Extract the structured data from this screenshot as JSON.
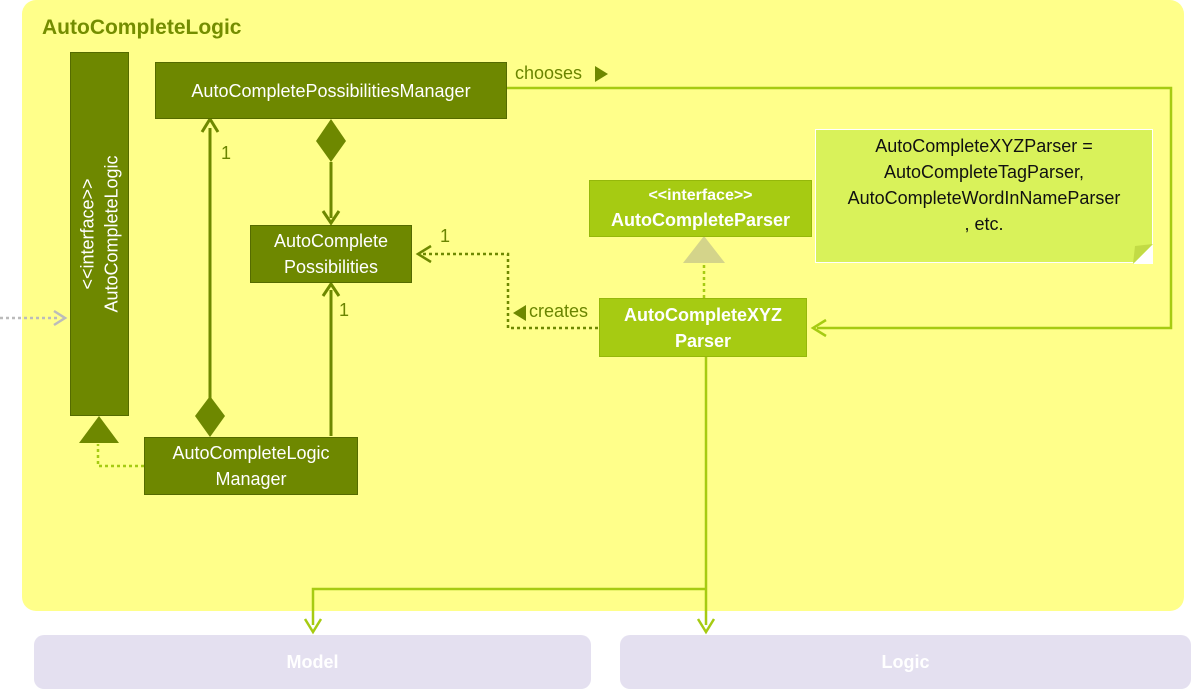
{
  "package": {
    "title": "AutoCompleteLogic"
  },
  "nodes": {
    "interface_logic": {
      "line1": "<<interface>>",
      "line2": "AutoCompleteLogic"
    },
    "possibilities_manager": {
      "label": "AutoCompletePossibilitiesManager"
    },
    "possibilities": {
      "line1": "AutoComplete",
      "line2": "Possibilities"
    },
    "logic_manager": {
      "line1": "AutoCompleteLogic",
      "line2": "Manager"
    },
    "parser_interface": {
      "line1": "<<interface>>",
      "line2": "AutoCompleteParser"
    },
    "xyz_parser": {
      "line1": "AutoCompleteXYZ",
      "line2": "Parser"
    }
  },
  "note": {
    "line1": "AutoCompleteXYZParser =",
    "line2": "AutoCompleteTagParser,",
    "line3": "AutoCompleteWordInNameParser",
    "line4": ", etc."
  },
  "edge_labels": {
    "chooses": "chooses",
    "creates": "creates",
    "mult_manager_to_pm": "1",
    "mult_xyz_to_possibilities": "1",
    "mult_lm_to_possibilities": "1"
  },
  "external": {
    "model": "Model",
    "logic": "Logic"
  },
  "colors": {
    "dark_green": "#6e8800",
    "bright_green": "#a6cb12",
    "package_bg": "#ffff8a",
    "note_bg": "#d9f25a",
    "external_bg": "#e4e0f0"
  }
}
